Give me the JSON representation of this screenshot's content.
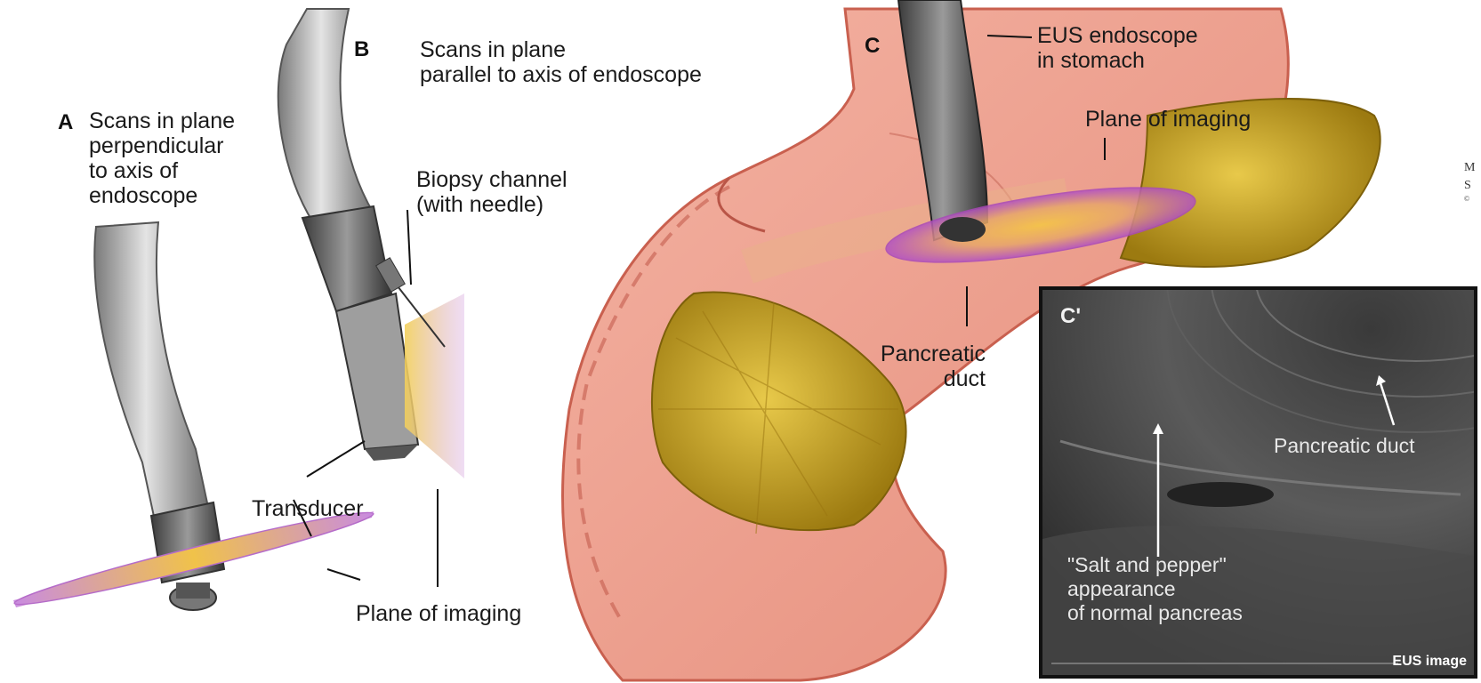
{
  "panel_a": {
    "letter": "A",
    "caption": "Scans in plane\nperpendicular\nto axis of\nendoscope"
  },
  "panel_b": {
    "letter": "B",
    "caption": "Scans in plane\nparallel to  axis of endoscope",
    "biopsy_label": "Biopsy channel\n(with needle)",
    "transducer_label": "Transducer",
    "plane_label": "Plane of imaging"
  },
  "panel_c": {
    "letter": "C",
    "endoscope_label": "EUS endoscope\nin stomach",
    "plane_label": "Plane of imaging",
    "duct_label": "Pancreatic\nduct"
  },
  "panel_c_prime": {
    "letter": "C'",
    "duct_label": "Pancreatic duct",
    "texture_label": "\"Salt and pepper\"\nappearance\nof normal pancreas",
    "image_tag": "EUS image"
  },
  "colors": {
    "stomach": "#f2a89a",
    "stomach_dark": "#d9786b",
    "pancreas": "#c9a21a",
    "scope": "#8a8a8a",
    "imaging_plane": "#d07ad8",
    "imaging_core": "#f0c040"
  }
}
